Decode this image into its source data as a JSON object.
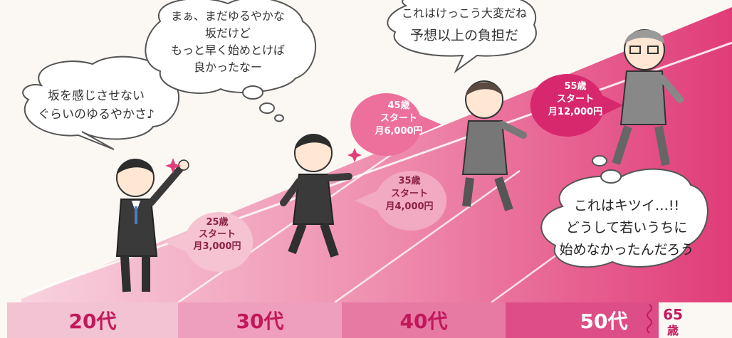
{
  "bubbles": {
    "b20": [
      "坂を感じさせない",
      "ぐらいのゆるやかさ♪"
    ],
    "b30": [
      "まぁ、まだゆるやかな",
      "坂だけど",
      "もっと早く始めとけば",
      "良かったなー"
    ],
    "b40": [
      "これはけっこう大変だね",
      "予想以上の負担だ"
    ],
    "b55": [
      "これはキツイ…!!",
      "どうして若いうちに",
      "始めなかったんだろう"
    ]
  },
  "tags": {
    "t25": [
      "25歳",
      "スタート",
      "月3,000円"
    ],
    "t35": [
      "35歳",
      "スタート",
      "月4,000円"
    ],
    "t45": [
      "45歳",
      "スタート",
      "月6,000円"
    ],
    "t55": [
      "55歳",
      "スタート",
      "月12,000円"
    ]
  },
  "eras": [
    "20代",
    "30代",
    "40代",
    "50代"
  ],
  "age65": {
    "num": "65",
    "unit": "歳"
  },
  "colors": {
    "accent": "#d81b60",
    "slope_light": "#f5b8cc",
    "slope_dark": "#e0407a",
    "band_light": "#f3c2d3",
    "band_dark": "#dd4a82"
  }
}
